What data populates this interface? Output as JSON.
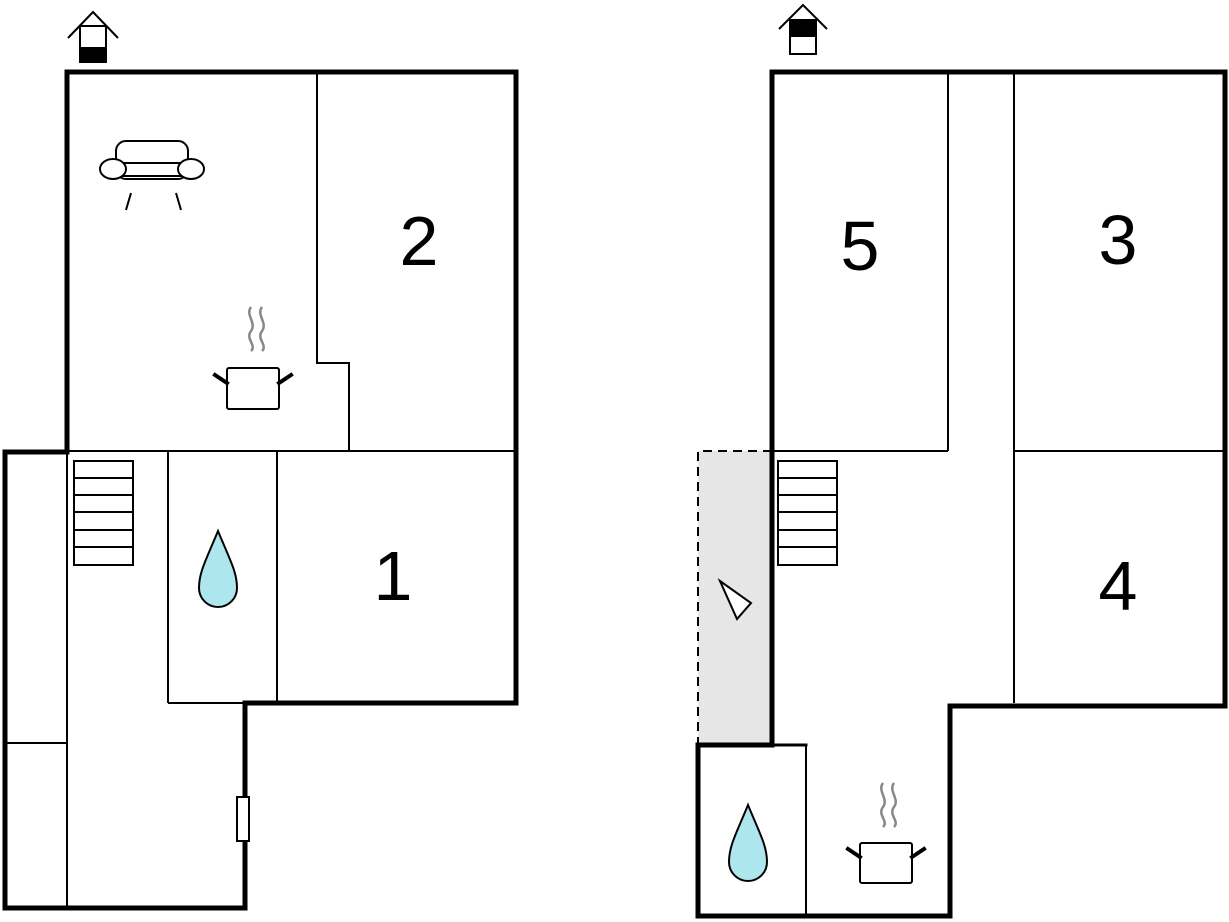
{
  "floor_plan": {
    "rooms": [
      {
        "id": "room-1",
        "label": "1"
      },
      {
        "id": "room-2",
        "label": "2"
      },
      {
        "id": "room-3",
        "label": "3"
      },
      {
        "id": "room-4",
        "label": "4"
      },
      {
        "id": "room-5",
        "label": "5"
      }
    ],
    "icons": {
      "entrance": "house-entrance-icon",
      "sofa": "sofa-icon",
      "kitchen": "cooking-pot-icon",
      "bathroom": "water-drop-icon",
      "stairs": "stairs-icon",
      "balcony": "sun-deck-icon"
    },
    "colors": {
      "wall": "#000000",
      "water": "#aee6ee",
      "balcony": "#e6e6e6",
      "steam": "#888888"
    }
  }
}
